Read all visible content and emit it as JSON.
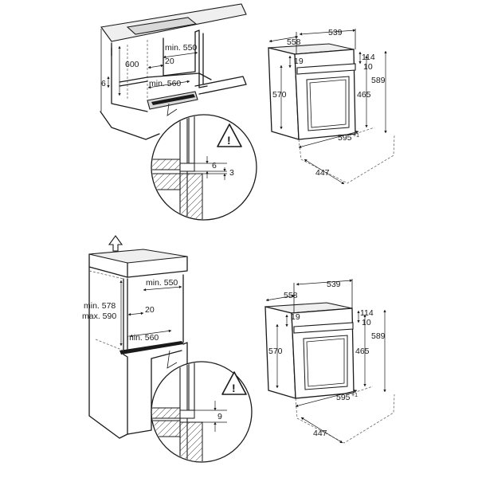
{
  "top_cabinet": {
    "min550": "min. 550",
    "d20": "20",
    "d600": "600",
    "d6": "6",
    "min560": "min. 560"
  },
  "top_detail": {
    "d6": "6",
    "d3": "3",
    "warning": "!"
  },
  "top_oven": {
    "d558": "558",
    "d539": "539",
    "d19": "19",
    "d114": "114",
    "d10": "10",
    "d589": "589",
    "d570": "570",
    "d465": "465",
    "d595": "595",
    "d595_tol": "+1",
    "d447": "447"
  },
  "bottom_cabinet": {
    "min550": "min. 550",
    "min578": "min. 578",
    "max590": "max. 590",
    "d20": "20",
    "min560": "min. 560"
  },
  "bottom_detail": {
    "d9": "9",
    "warning": "!"
  },
  "bottom_oven": {
    "d558": "558",
    "d539": "539",
    "d19": "19",
    "d114": "114",
    "d10": "10",
    "d589": "589",
    "d570": "570",
    "d465": "465",
    "d595": "595",
    "d595_tol": "+1",
    "d447": "447"
  },
  "icons": [
    "up-arrow-icon",
    "warning-triangle-icon"
  ]
}
